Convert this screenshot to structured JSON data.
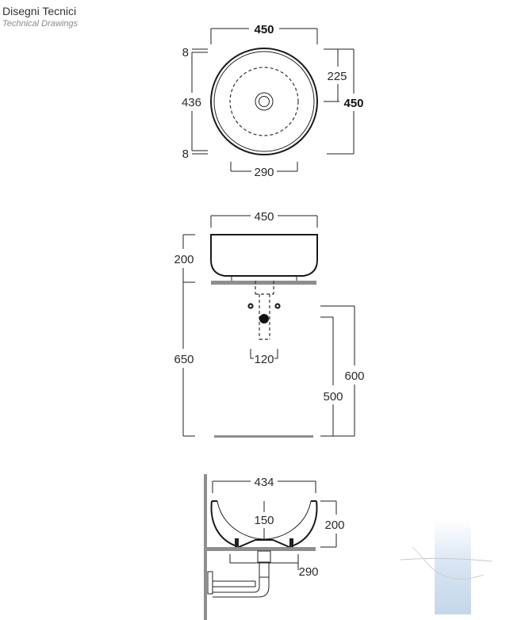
{
  "header": {
    "title": "Disegni Tecnici",
    "subtitle": "Technical Drawings"
  },
  "top_view": {
    "width": "450",
    "depth": "450",
    "half_depth": "225",
    "inner_depth": "436",
    "rim_top": "8",
    "rim_bottom": "8",
    "base_diameter": "290"
  },
  "front_view": {
    "width": "450",
    "height": "200",
    "install_height": "650",
    "waste_spacing": "120",
    "height_600": "600",
    "height_500": "500"
  },
  "side_view": {
    "width": "434",
    "inner_height": "150",
    "height": "200",
    "base_depth": "290"
  },
  "colors": {
    "line": "#222222",
    "counter": "#8e8e8e",
    "watermark": "#d6e4f2"
  }
}
